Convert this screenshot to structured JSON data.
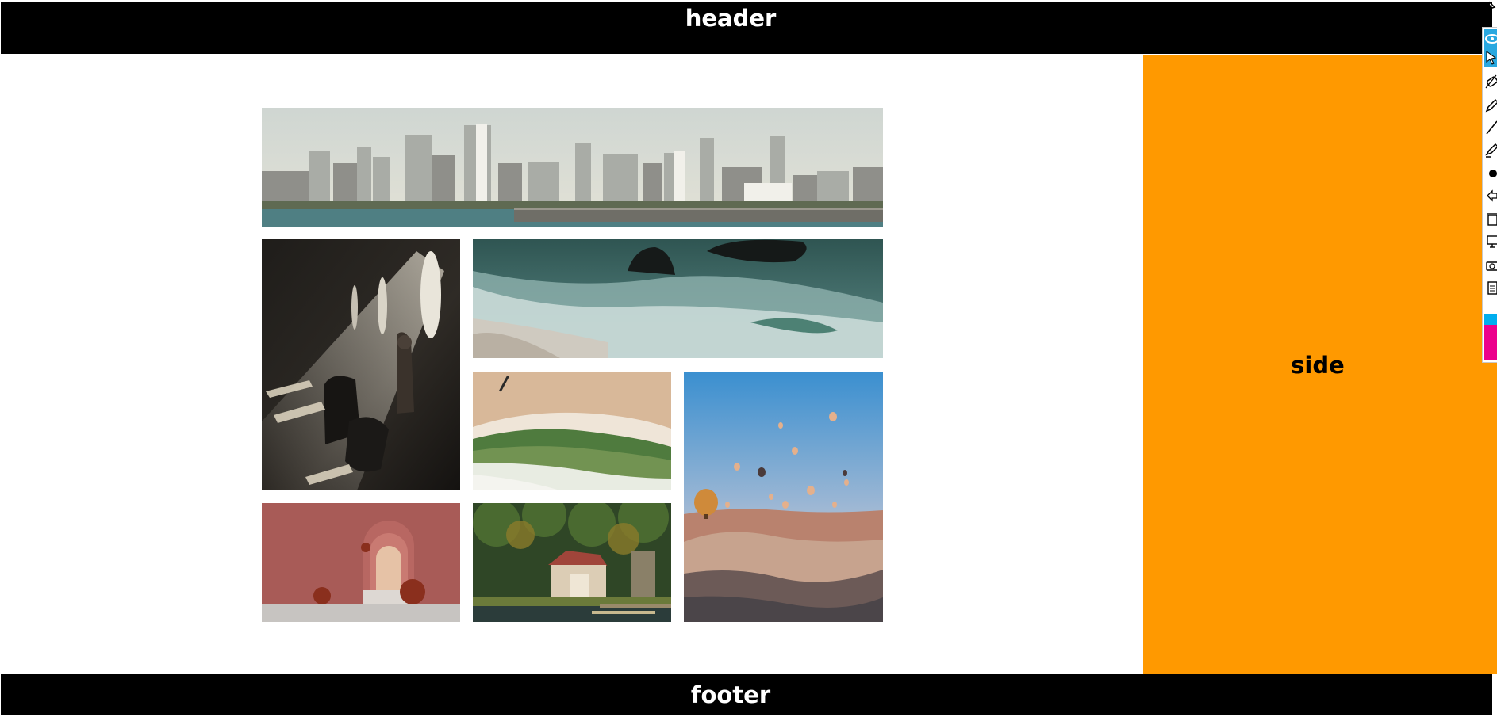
{
  "header": {
    "title": "header"
  },
  "side": {
    "title": "side"
  },
  "footer": {
    "title": "footer"
  },
  "colors": {
    "bar": "#000000",
    "side": "#FF9900",
    "page": "#FFFFFF",
    "tool_active": "#29A8E0",
    "swatch_blue": "#00AEEF",
    "swatch_pink": "#EC008C"
  },
  "gallery": {
    "photos": [
      {
        "name": "city-skyline"
      },
      {
        "name": "light-through-round-windows"
      },
      {
        "name": "ocean-waves-rocks"
      },
      {
        "name": "aerial-beach"
      },
      {
        "name": "hot-air-balloons"
      },
      {
        "name": "pink-arches"
      },
      {
        "name": "lakeside-house"
      }
    ]
  },
  "toolbar": {
    "tools": [
      "eye-icon",
      "pointer-icon",
      "eraser-icon",
      "pencil-icon",
      "line-icon",
      "highlighter-icon",
      "dot-icon",
      "undo-icon",
      "trash-icon",
      "screen-icon",
      "camera-icon",
      "document-icon",
      "blue-swatch",
      "pink-swatch"
    ]
  }
}
